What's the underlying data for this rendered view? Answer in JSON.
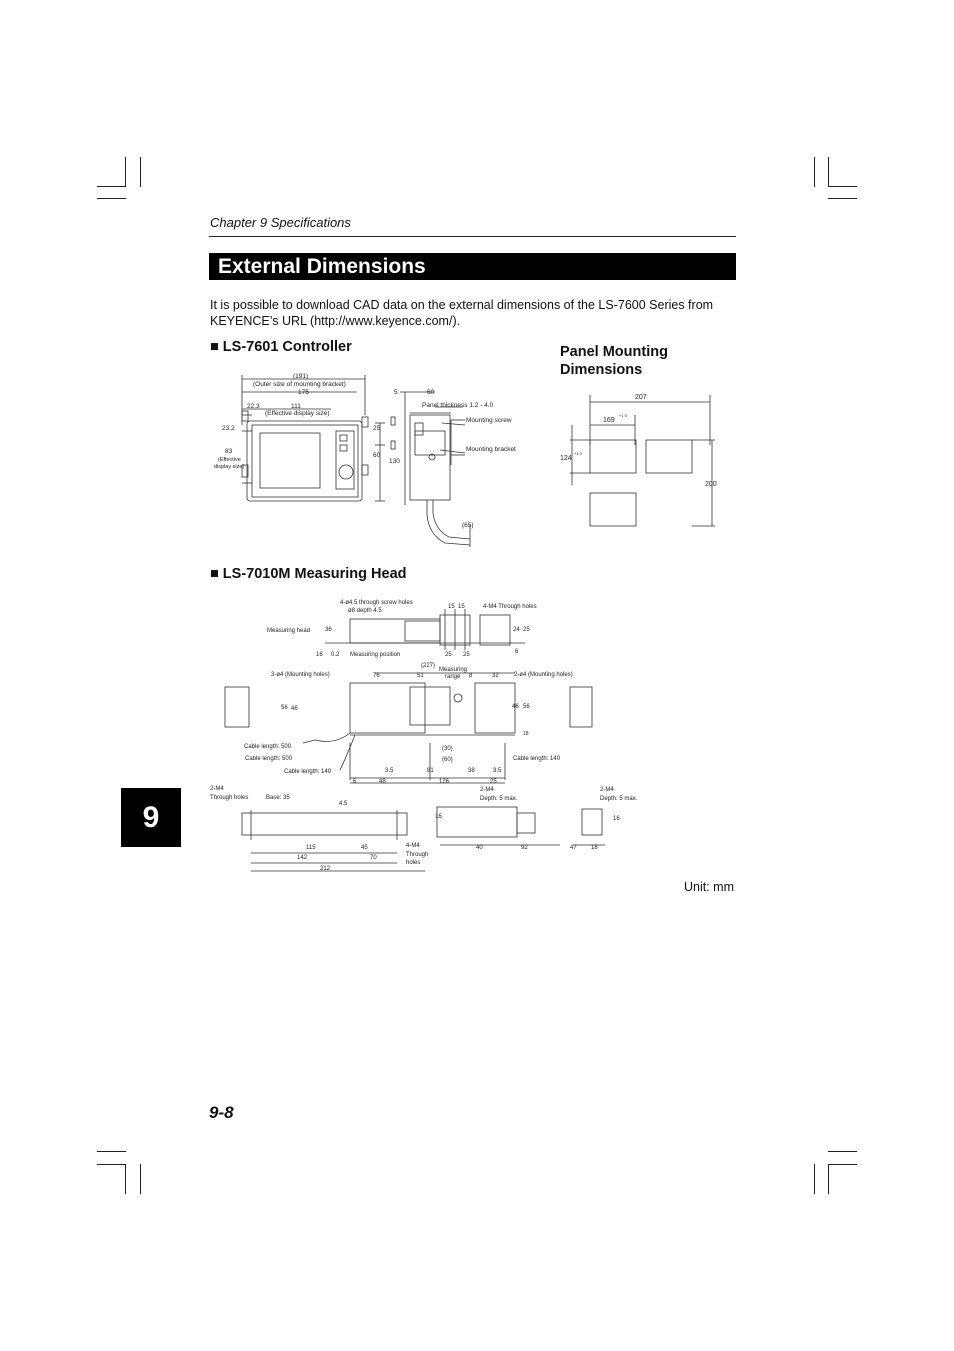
{
  "header": {
    "chapter": "Chapter 9  Specifications"
  },
  "title": "External Dimensions",
  "intro": "It is possible to download CAD data on the external dimensions of the LS-7600 Series from KEYENCE’s URL (http://www.keyence.com/).",
  "sections": {
    "controller": "■ LS-7601 Controller",
    "panel": "Panel Mounting Dimensions",
    "head": "■ LS-7010M Measuring Head"
  },
  "controller_labels": {
    "outer": "(191)",
    "outer_note": "(Outer size of mounting bracket)",
    "w175": "175",
    "w22_3": "22.3",
    "w111": "111",
    "eff_disp": "(Effective display size)",
    "h23_2": "23.2",
    "h83": "83",
    "eff": "(Effective",
    "disp": "display size)",
    "d5": "5",
    "d60": "60",
    "thickness": "Panel thickness 1.2 - 4.0",
    "screw": "Mounting screw",
    "bracket": "Mounting bracket",
    "h25": "25",
    "h60": "60",
    "h130": "130",
    "h65": "(65)"
  },
  "panel_labels": {
    "w207": "207",
    "w169": "169",
    "h124": "124",
    "h200": "200",
    "tol": "+1 0"
  },
  "head_labels": {
    "screw_holes": "4-ø4.5 through screw holes",
    "counterbore": "ø8 depth 4.5",
    "d15a": "15",
    "d15b": "15",
    "m4_holes": "4-M4 Through holes",
    "meas_head": "Measuring head",
    "h36": "36",
    "d24": "24",
    "d25r": "25",
    "d16": "16",
    "d0_2": "0.2",
    "meas_pos": "Measuring position",
    "d25a": "25",
    "d25b": "25",
    "d6r": "6",
    "d227": "(227)",
    "m3_holes": "3-ø4 (Mounting  holes)",
    "d76": "76",
    "d51": "51",
    "meas_range": "Measuring",
    "range": "range",
    "d8": "8",
    "d32": "32",
    "m2_holes": "2-ø4 (Mounting  holes)",
    "h56l": "56",
    "h46l": "46",
    "h46r": "46",
    "h56r": "56",
    "d18r": "18",
    "cable500a": "Cable length: 500",
    "cable500b": "Cable length: 500",
    "cable140a": "Cable length: 140",
    "cable140b": "Cable length: 140",
    "d30": "(30)",
    "d60": "(60)",
    "d3_5a": "3.5",
    "d81": "81",
    "d38": "38",
    "d3_5b": "3.5",
    "d6": "6",
    "d48": "48",
    "d126": "126",
    "d25c": "25",
    "m4a": "2-M4",
    "through": "Through holes",
    "base": "Base: 35",
    "d4_5": "4.5",
    "d115": "115",
    "d45": "45",
    "d142": "142",
    "d70": "70",
    "d212": "212",
    "m4b": "4-M4",
    "through2": "Through",
    "holes2": "holes",
    "m4c": "2-M4",
    "depth5a": "Depth: 5 max.",
    "m4d": "2-M4",
    "depth5b": "Depth: 5 max.",
    "d16b": "16",
    "d40": "40",
    "d92": "92",
    "d16c": "16",
    "d47": "47",
    "d18": "18"
  },
  "tab": "9",
  "unit": "Unit: mm",
  "page_number": "9-8"
}
